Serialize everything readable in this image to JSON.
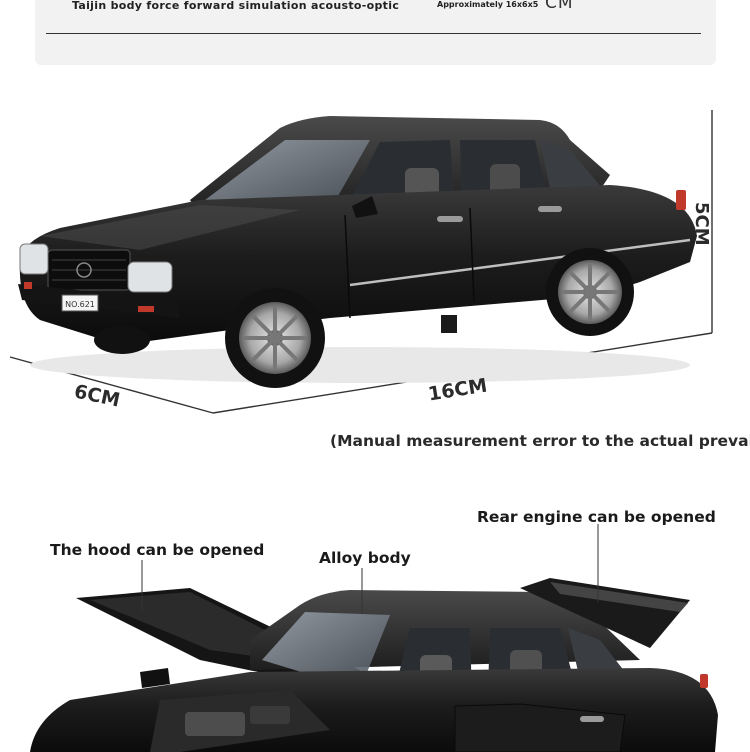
{
  "spec_panel": {
    "name": "Taijin body force forward simulation acousto-optic",
    "size": "Approximately 16x6x5",
    "size_unit": "CM"
  },
  "dimensions": {
    "depth": "6CM",
    "length": "16CM",
    "height": "5CM"
  },
  "plate_text": "NO.621",
  "note": "(Manual measurement error to the actual prevail)",
  "callouts": {
    "hood": "The hood can be opened",
    "alloy": "Alloy body",
    "engine": "Rear engine can be opened"
  }
}
